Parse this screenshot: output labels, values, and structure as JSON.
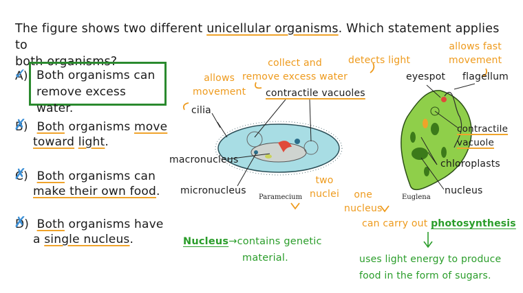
{
  "question": {
    "prefix": "The figure shows two different ",
    "highlight": "unicellular organisms",
    "suffix": ". Which statement applies to",
    "line2": "both organisms?"
  },
  "options": [
    {
      "mark": "A)",
      "w1": "Both organisms can",
      "w2": "remove excess water.",
      "state": "correct"
    },
    {
      "mark": "B)",
      "p1": "Both",
      "p2": " organisms ",
      "p3": "move",
      "l2a": "toward",
      "l2b": "light",
      "l2c": ".",
      "state": "crossed"
    },
    {
      "mark": "C)",
      "p1": "Both",
      "p2": " organisms can",
      "l2a": "make their own food",
      "l2b": ".",
      "state": "crossed"
    },
    {
      "mark": "D)",
      "p1": "Both",
      "p2": " organisms have",
      "l2a": "a ",
      "l2b": "single nucleus",
      "l2c": ".",
      "state": "crossed"
    }
  ],
  "paramecium": {
    "caption": "Paramecium",
    "labels": {
      "allows_movement_1": "allows",
      "allows_movement_2": "movement",
      "cilia": "cilia",
      "collect_1": "collect and",
      "collect_2": "remove excess water",
      "contractile_vacuoles": "contractile vacuoles",
      "macronucleus": "macronucleus",
      "micronucleus": "micronucleus",
      "two_nuclei_1": "two",
      "two_nuclei_2": "nuclei"
    }
  },
  "euglena": {
    "caption": "Euglena",
    "labels": {
      "detects_light": "detects light",
      "allows_fast_1": "allows fast",
      "allows_fast_2": "movement",
      "eyespot": "eyespot",
      "flagellum": "flagellum",
      "contractile_vacuole_1": "contractile",
      "contractile_vacuole_2": "vacuole",
      "chloroplasts": "chloroplasts",
      "nucleus": "nucleus",
      "one_nucleus_1": "one",
      "one_nucleus_2": "nucleus",
      "can_carry": "can carry out ",
      "photosynthesis": "photosynthesis",
      "uses_1": "uses light energy to produce",
      "uses_2": "food in the form of sugars."
    }
  },
  "note": {
    "nucleus": "Nucleus",
    "arrow": "→",
    "rest1": "contains genetic",
    "rest2": "material."
  },
  "colors": {
    "orange": "#ee9a1c",
    "green": "#2a9d2a",
    "blue": "#3b8fd6",
    "box": "#2a8a2e"
  }
}
